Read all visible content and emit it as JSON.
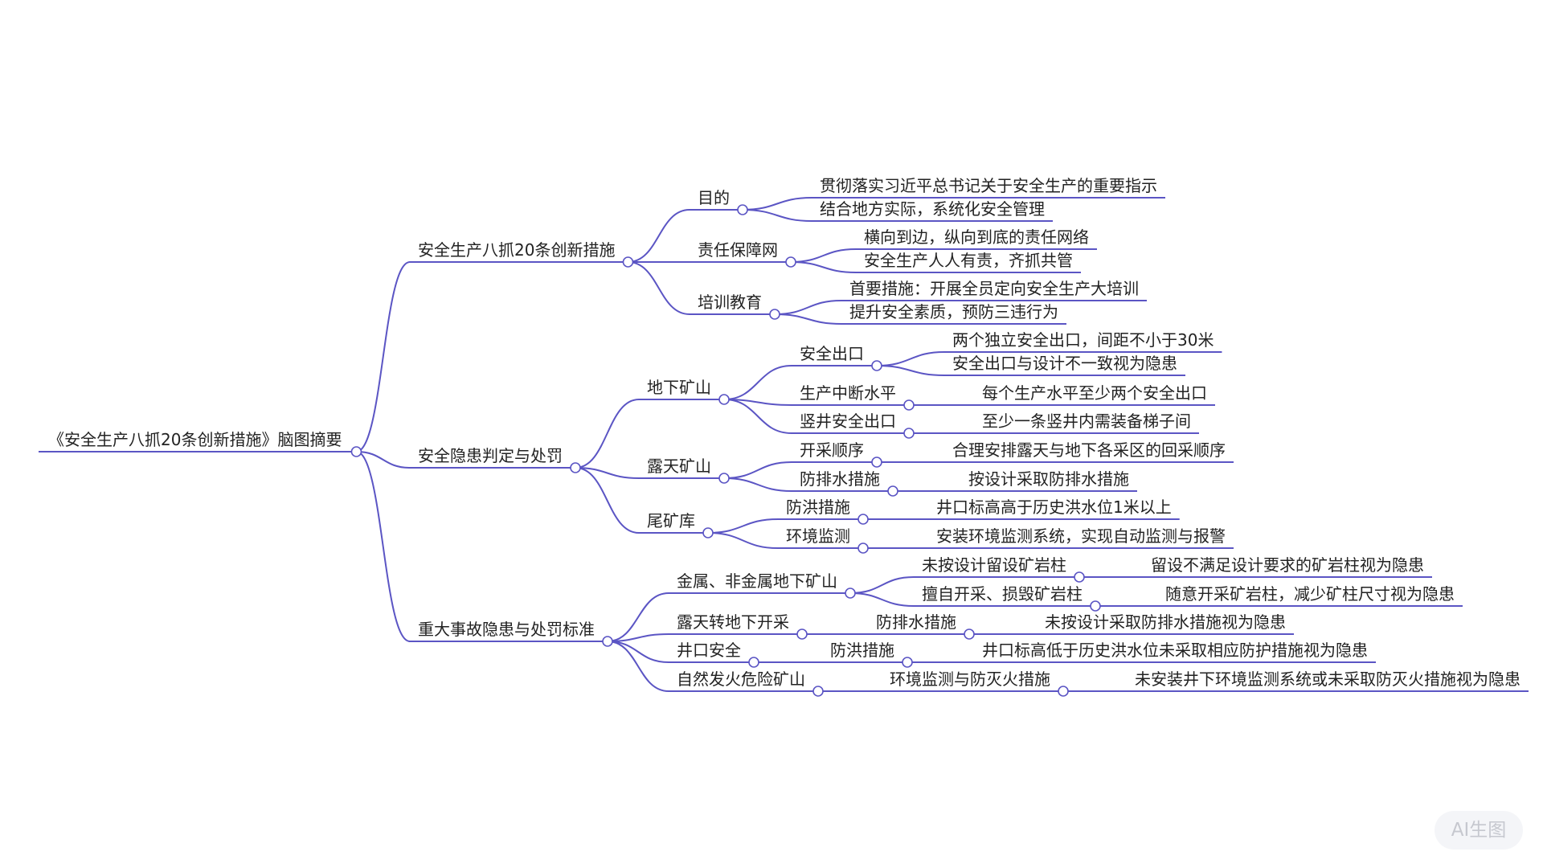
{
  "colors": {
    "line": "#5b55c4",
    "text": "#222222"
  },
  "watermark": "AI生图",
  "mindmap": {
    "label": "《安全生产八抓20条创新措施》脑图摘要",
    "children": [
      {
        "label": "安全生产八抓20条创新措施",
        "children": [
          {
            "label": "目的",
            "children": [
              {
                "label": "贯彻落实习近平总书记关于安全生产的重要指示"
              },
              {
                "label": "结合地方实际，系统化安全管理"
              }
            ]
          },
          {
            "label": "责任保障网",
            "children": [
              {
                "label": "横向到边，纵向到底的责任网络"
              },
              {
                "label": "安全生产人人有责，齐抓共管"
              }
            ]
          },
          {
            "label": "培训教育",
            "children": [
              {
                "label": "首要措施：开展全员定向安全生产大培训"
              },
              {
                "label": "提升安全素质，预防三违行为"
              }
            ]
          }
        ]
      },
      {
        "label": "安全隐患判定与处罚",
        "children": [
          {
            "label": "地下矿山",
            "children": [
              {
                "label": "安全出口",
                "children": [
                  {
                    "label": "两个独立安全出口，间距不小于30米"
                  },
                  {
                    "label": "安全出口与设计不一致视为隐患"
                  }
                ]
              },
              {
                "label": "生产中断水平",
                "children": [
                  {
                    "label": "每个生产水平至少两个安全出口"
                  }
                ]
              },
              {
                "label": "竖井安全出口",
                "children": [
                  {
                    "label": "至少一条竖井内需装备梯子间"
                  }
                ]
              }
            ]
          },
          {
            "label": "露天矿山",
            "children": [
              {
                "label": "开采顺序",
                "children": [
                  {
                    "label": "合理安排露天与地下各采区的回采顺序"
                  }
                ]
              },
              {
                "label": "防排水措施",
                "children": [
                  {
                    "label": "按设计采取防排水措施"
                  }
                ]
              }
            ]
          },
          {
            "label": "尾矿库",
            "children": [
              {
                "label": "防洪措施",
                "children": [
                  {
                    "label": "井口标高高于历史洪水位1米以上"
                  }
                ]
              },
              {
                "label": "环境监测",
                "children": [
                  {
                    "label": "安装环境监测系统，实现自动监测与报警"
                  }
                ]
              }
            ]
          }
        ]
      },
      {
        "label": "重大事故隐患与处罚标准",
        "children": [
          {
            "label": "金属、非金属地下矿山",
            "children": [
              {
                "label": "未按设计留设矿岩柱",
                "children": [
                  {
                    "label": "留设不满足设计要求的矿岩柱视为隐患"
                  }
                ]
              },
              {
                "label": "擅自开采、损毁矿岩柱",
                "children": [
                  {
                    "label": "随意开采矿岩柱，减少矿柱尺寸视为隐患"
                  }
                ]
              }
            ]
          },
          {
            "label": "露天转地下开采",
            "children": [
              {
                "label": "防排水措施",
                "children": [
                  {
                    "label": "未按设计采取防排水措施视为隐患"
                  }
                ]
              }
            ]
          },
          {
            "label": "井口安全",
            "children": [
              {
                "label": "防洪措施",
                "children": [
                  {
                    "label": "井口标高低于历史洪水位未采取相应防护措施视为隐患"
                  }
                ]
              }
            ]
          },
          {
            "label": "自然发火危险矿山",
            "children": [
              {
                "label": "环境监测与防灭火措施",
                "children": [
                  {
                    "label": "未安装井下环境监测系统或未采取防灭火措施视为隐患"
                  }
                ]
              }
            ]
          }
        ]
      }
    ]
  }
}
